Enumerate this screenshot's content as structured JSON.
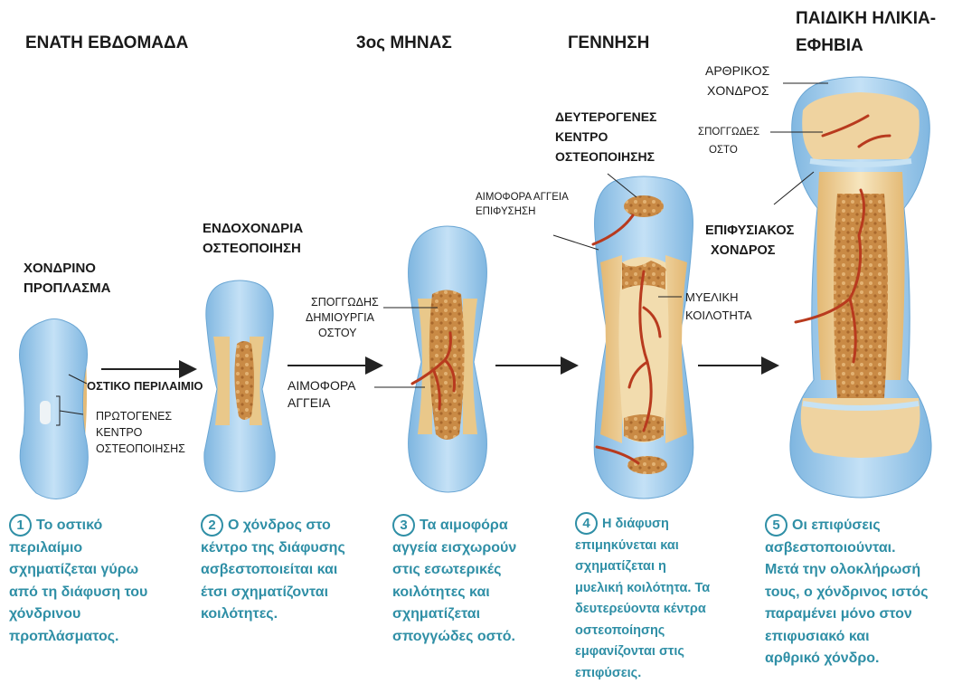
{
  "stages": {
    "s1": "ΕΝΑΤΗ ΕΒΔΟΜΑΔΑ",
    "s2": "3ος ΜΗΝΑΣ",
    "s3": "ΓΕΝΝΗΣΗ",
    "s4_line1": "ΠΑΙΔΙΚΗ ΗΛΙΚΙΑ-",
    "s4_line2": "ΕΦΗΒΙΑ"
  },
  "labels": {
    "xondrino_line1": "ΧΟΝΔΡΙΝΟ",
    "xondrino_line2": "ΠΡΟΠΛΑΣΜΑ",
    "ostiko_perilaimio": "ΟΣΤΙΚΟ ΠΕΡΙΛΑΙΜΙΟ",
    "protogenes_line1": "ΠΡΩΤΟΓΕΝΕΣ",
    "protogenes_line2": "ΚΕΝΤΡΟ",
    "protogenes_line3": "ΟΣΤΕΟΠΟΙΗΣΗΣ",
    "endoxondria_line1": "ΕΝΔΟΧΟΝΔΡΙΑ",
    "endoxondria_line2": "ΟΣΤΕΟΠΟΙΗΣΗ",
    "spoggwdis_line1": "ΣΠΟΓΓΩΔΗΣ",
    "spoggwdis_line2": "ΔΗΜΙΟΥΡΓΙΑ",
    "spoggwdis_line3": "ΟΣΤΟΥ",
    "aimofora_line1": "ΑΙΜΟΦΟΡΑ",
    "aimofora_line2": "ΑΓΓΕΙΑ",
    "aimofora_epif_line1": "ΑΙΜΟΦΟΡΑ ΑΓΓΕΙΑ",
    "aimofora_epif_line2": "ΕΠΙΦΥΣΗΣΗ",
    "deuterogenes_line1": "ΔΕΥΤΕΡΟΓΕΝΕΣ",
    "deuterogenes_line2": "ΚΕΝΤΡΟ",
    "deuterogenes_line3": "ΟΣΤΕΟΠΟΙΗΣΗΣ",
    "myeliki_line1": "ΜΥΕΛΙΚΗ",
    "myeliki_line2": "ΚΟΙΛΟΤΗΤΑ",
    "arthrikos_line1": "ΑΡΘΡΙΚΟΣ",
    "arthrikos_line2": "ΧΟΝΔΡΟΣ",
    "spoggwdes_line1": "ΣΠΟΓΓΩΔΕΣ",
    "spoggwdes_line2": "ΟΣΤΟ",
    "epifysiakos_line1": "ΕΠΙΦΥΣΙΑΚΟΣ",
    "epifysiakos_line2": "ΧΟΝΔΡΟΣ"
  },
  "captions": [
    {
      "num": "1",
      "text": "Το οστικό\nπεριλαίμιο\nσχηματίζεται γύρω\nαπό τη διάφυση του\nχόνδρινου\nπροπλάσματος."
    },
    {
      "num": "2",
      "text": "Ο χόνδρος στο\nκέντρο της διάφυσης\nασβεστοποιείται και\nέτσι σχηματίζονται\nκοιλότητες."
    },
    {
      "num": "3",
      "text": "Τα αιμοφόρα\nαγγεία εισχωρούν\nστις εσωτερικές\nκοιλότητες και\nσχηματίζεται\nσπογγώδες οστό."
    },
    {
      "num": "4",
      "text": "Η διάφυση\nεπιμηκύνεται και\nσχηματίζεται η\nμυελική κοιλότητα. Τα\nδευτερεύοντα κέντρα\nοστεοποίησης\nεμφανίζονται στις\nεπιφύσεις."
    },
    {
      "num": "5",
      "text": "Οι επιφύσεις\nασβεστοποιούνται.\nΜετά την ολοκλήρωσή\nτους, ο χόνδρινος ιστός\nπαραμένει μόνο στον\nεπιφυσιακό και\nαρθρικό χόνδρο."
    }
  ],
  "colors": {
    "cartilage": "#a9d2ef",
    "bone_collar": "#f0d9a6",
    "spongy_bone": "#c98a45",
    "vessel": "#b83a1e",
    "caption": "#2f8fa6"
  }
}
